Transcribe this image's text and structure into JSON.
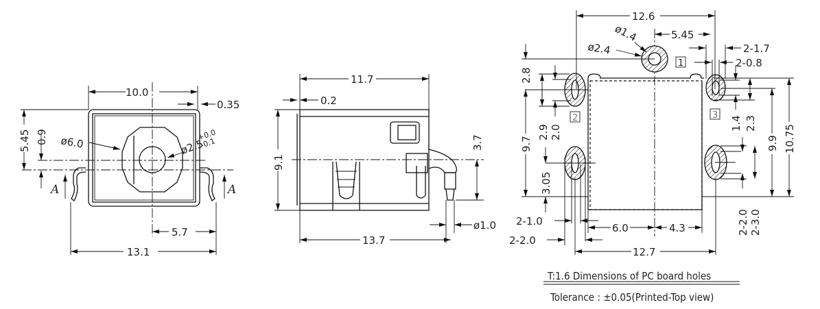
{
  "front_view": {
    "width": "10.0",
    "wall": "0.35",
    "height_to_center": "5.45",
    "offset": "0.9",
    "outer_dia": "ø6.0",
    "inner_dia": "ø2.5",
    "tol_plus": "+0.0",
    "tol_minus": "-0.1",
    "pin_offset": "5.7",
    "overall_width": "13.1",
    "section_label": "A"
  },
  "side_view": {
    "body_length": "11.7",
    "flange": "0.2",
    "height": "9.1",
    "pin_height": "3.7",
    "pin_dia": "ø1.0",
    "overall_length": "13.7"
  },
  "pcb_view": {
    "hole_span": "12.6",
    "center_to_right": "5.45",
    "hole1_dia": "ø1.4",
    "hole1_pad": "ø2.4",
    "slot_width_right": "2-1.7",
    "slot_hole_right": "2-0.8",
    "left_top_offset": "2.8",
    "left_slot_len": "2.9",
    "left_slot_hole": "2.0",
    "left_span": "9.7",
    "left_bottom": "3.05",
    "right_hole_len": "1.4",
    "right_slot_len": "2.3",
    "right_span": "9.9",
    "right_total": "10.75",
    "bottom_left_hole": "2-1.0",
    "bottom_left_pad": "2-2.0",
    "dist_left": "6.0",
    "dist_right": "4.3",
    "right_bottom_hole": "2-2.0",
    "right_bottom_pad": "2-3.0",
    "bottom_span": "12.7",
    "pin_labels": [
      "1",
      "2",
      "3"
    ],
    "note_title": "T:1.6 Dimensions of PC board holes",
    "note_tolerance": "Tolerance : ±0.05(Printed-Top view)"
  }
}
